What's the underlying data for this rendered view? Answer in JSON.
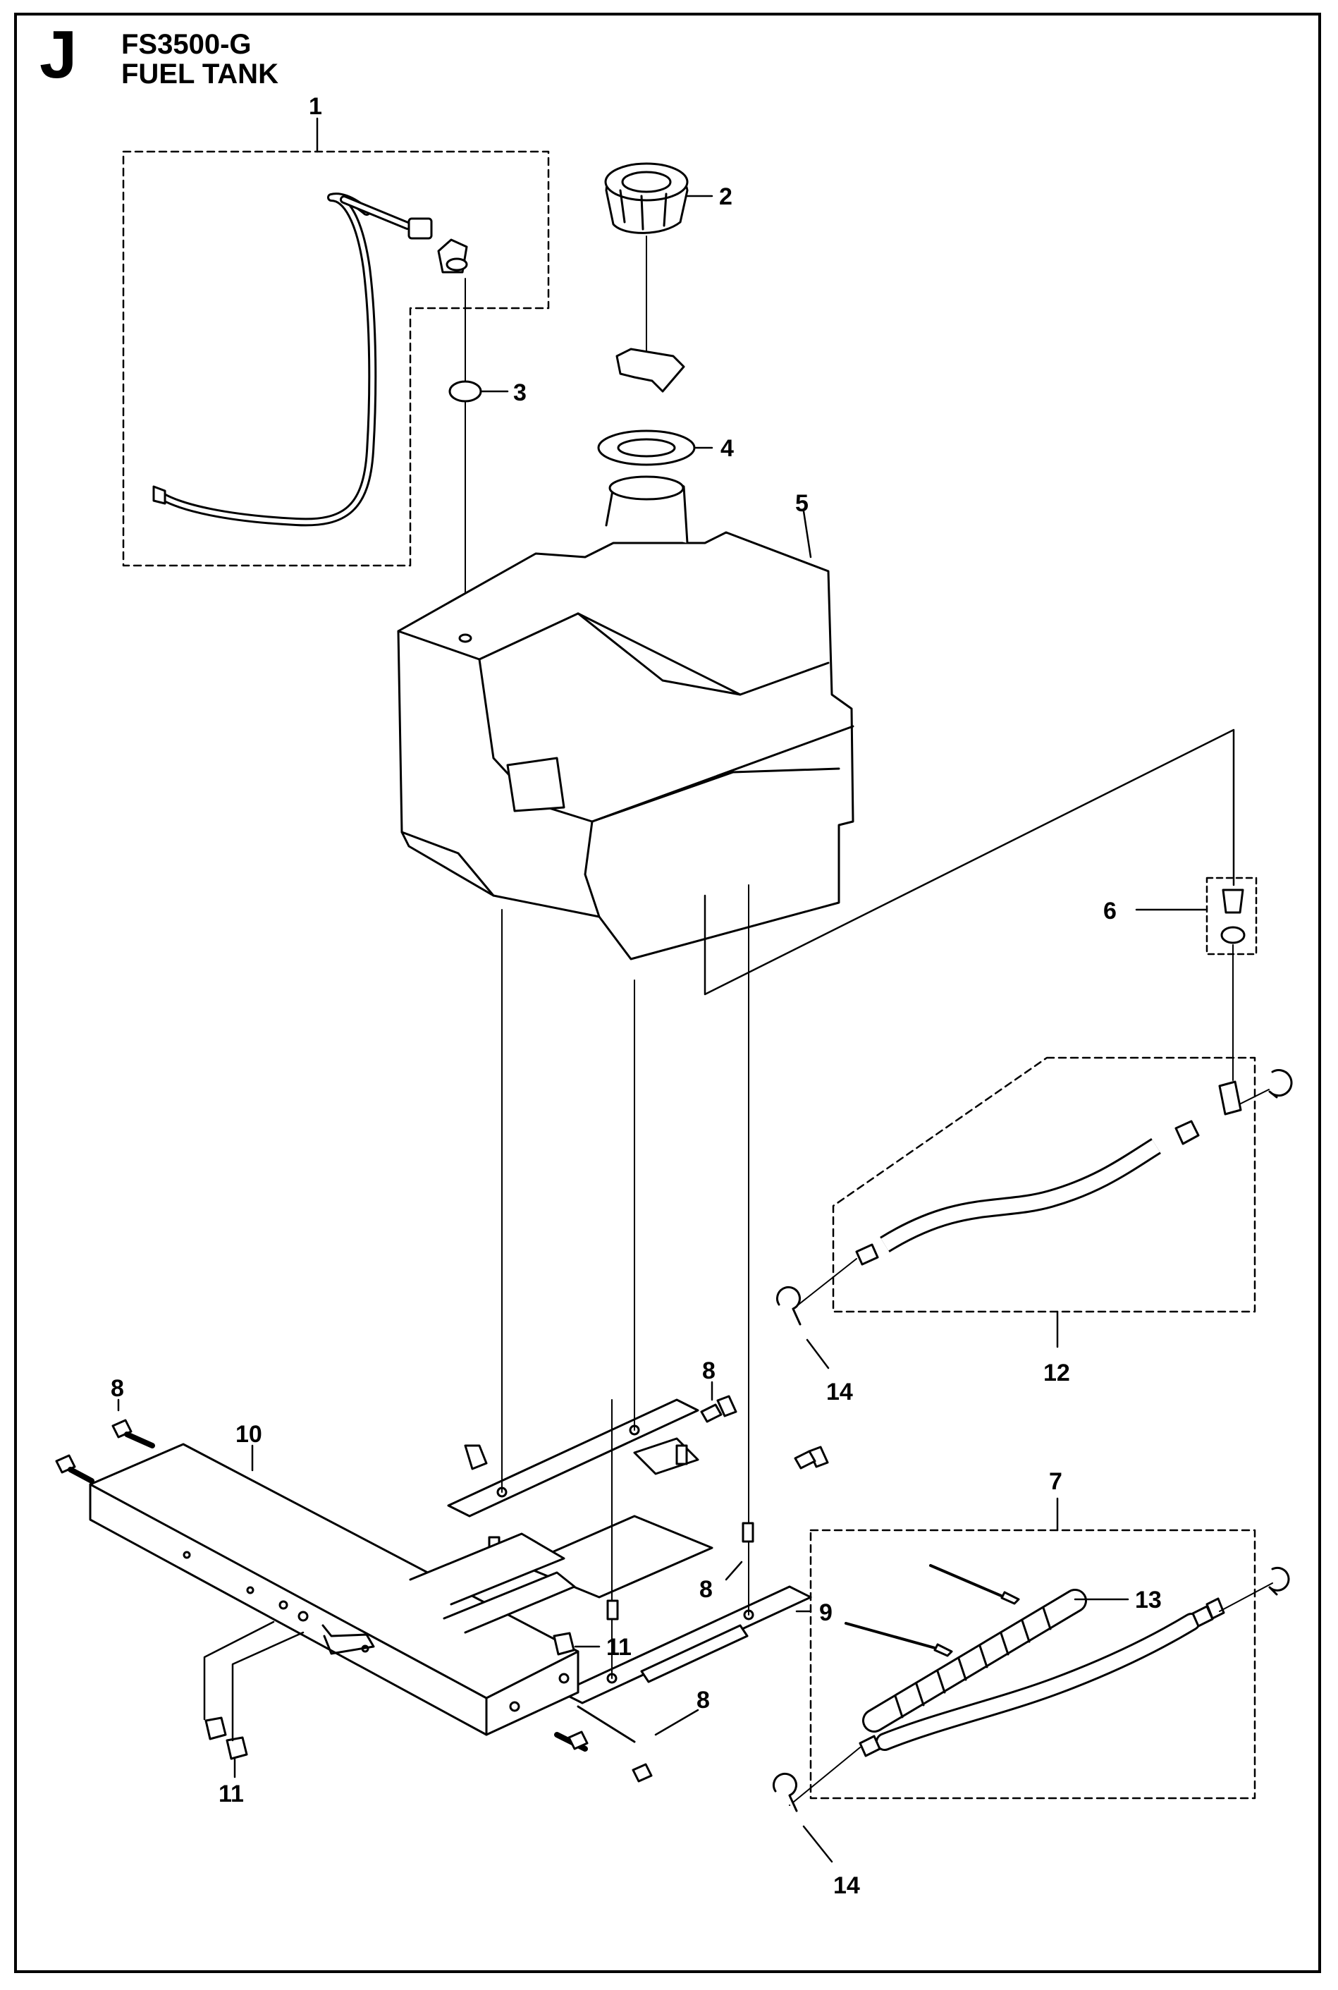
{
  "header": {
    "sheet_letter": "J",
    "model": "FS3500-G",
    "section": "FUEL TANK"
  },
  "callouts": [
    {
      "id": "c1",
      "label": "1"
    },
    {
      "id": "c2",
      "label": "2"
    },
    {
      "id": "c3",
      "label": "3"
    },
    {
      "id": "c4",
      "label": "4"
    },
    {
      "id": "c5",
      "label": "5"
    },
    {
      "id": "c6",
      "label": "6"
    },
    {
      "id": "c7",
      "label": "7"
    },
    {
      "id": "c8a",
      "label": "8"
    },
    {
      "id": "c8b",
      "label": "8"
    },
    {
      "id": "c8c",
      "label": "8"
    },
    {
      "id": "c8d",
      "label": "8"
    },
    {
      "id": "c9",
      "label": "9"
    },
    {
      "id": "c10",
      "label": "10"
    },
    {
      "id": "c11a",
      "label": "11"
    },
    {
      "id": "c11b",
      "label": "11"
    },
    {
      "id": "c12",
      "label": "12"
    },
    {
      "id": "c13",
      "label": "13"
    },
    {
      "id": "c14a",
      "label": "14"
    },
    {
      "id": "c14b",
      "label": "14"
    }
  ],
  "colors": {
    "ink": "#000000",
    "paper": "#ffffff"
  }
}
